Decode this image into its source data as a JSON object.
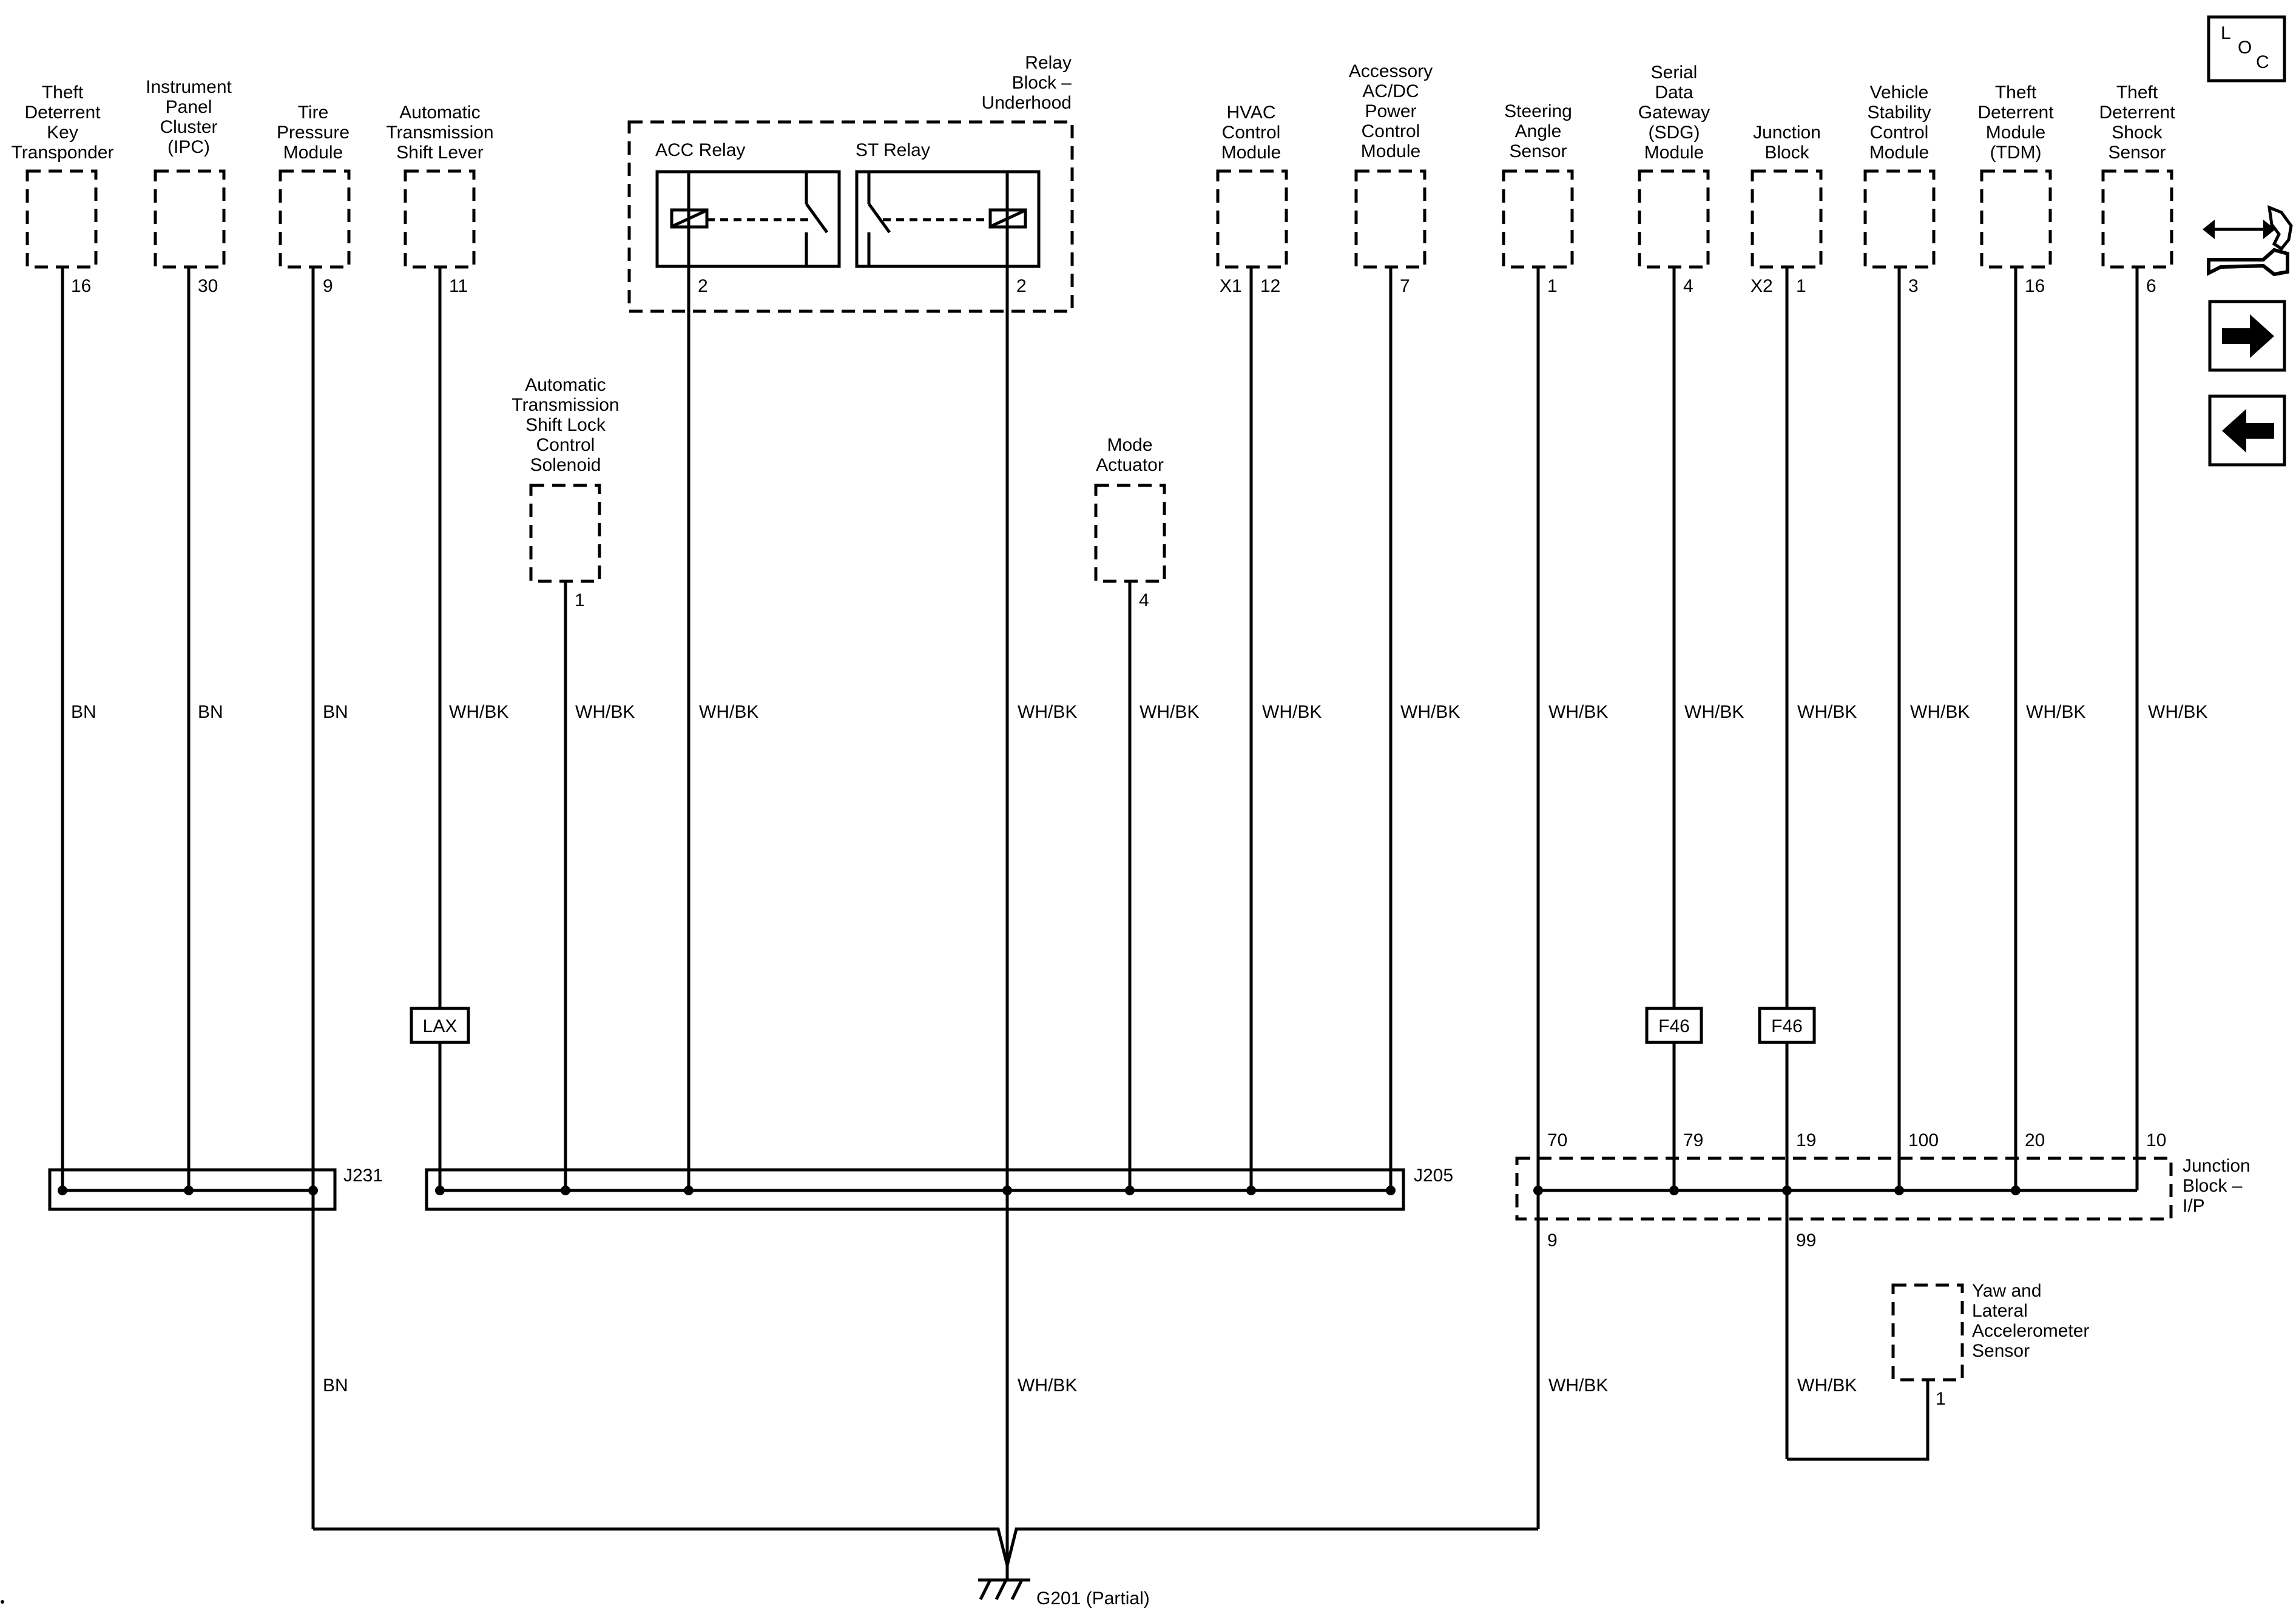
{
  "components": {
    "theft_key": [
      "Theft",
      "Deterrent",
      "Key",
      "Transponder"
    ],
    "ipc": [
      "Instrument",
      "Panel",
      "Cluster",
      "(IPC)"
    ],
    "tpm": [
      "Tire",
      "Pressure",
      "Module"
    ],
    "shift_lever": [
      "Automatic",
      "Transmission",
      "Shift Lever"
    ],
    "relay_block": [
      "Relay",
      "Block –",
      "Underhood"
    ],
    "acc_relay": "ACC Relay",
    "st_relay": "ST Relay",
    "shift_lock": [
      "Automatic",
      "Transmission",
      "Shift Lock",
      "Control",
      "Solenoid"
    ],
    "mode_actuator": [
      "Mode",
      "Actuator"
    ],
    "hvac": [
      "HVAC",
      "Control",
      "Module"
    ],
    "acdc": [
      "Accessory",
      "AC/DC",
      "Power",
      "Control",
      "Module"
    ],
    "steering": [
      "Steering",
      "Angle",
      "Sensor"
    ],
    "sdg": [
      "Serial",
      "Data",
      "Gateway",
      "(SDG)",
      "Module"
    ],
    "junction_block": [
      "Junction",
      "Block"
    ],
    "vsc": [
      "Vehicle",
      "Stability",
      "Control",
      "Module"
    ],
    "tdm": [
      "Theft",
      "Deterrent",
      "Module",
      "(TDM)"
    ],
    "shock": [
      "Theft",
      "Deterrent",
      "Shock",
      "Sensor"
    ],
    "yaw": [
      "Yaw and",
      "Lateral",
      "Accelerometer",
      "Sensor"
    ],
    "jb_ip": [
      "Junction",
      "Block –",
      "I/P"
    ]
  },
  "pins": {
    "theft_key": "16",
    "ipc": "30",
    "tpm": "9",
    "shift_lever": "11",
    "acc_relay": "2",
    "st_relay": "2",
    "shift_lock": "1",
    "mode_actuator": "4",
    "hvac_conn": "X1",
    "hvac": "12",
    "acdc": "7",
    "steering": "1",
    "sdg": "4",
    "jb_conn": "X2",
    "jb": "1",
    "vsc": "3",
    "tdm": "16",
    "shock": "6",
    "yaw": "1",
    "jbip_70": "70",
    "jbip_79": "79",
    "jbip_19": "19",
    "jbip_100": "100",
    "jbip_20": "20",
    "jbip_10": "10",
    "jbip_9": "9",
    "jbip_99": "99"
  },
  "wire_colors": {
    "bn": "BN",
    "whbk": "WH/BK"
  },
  "splices": {
    "j231": "J231",
    "j205": "J205"
  },
  "options": {
    "lax": "LAX",
    "f46": "F46"
  },
  "ground": "G201 (Partial)",
  "nav": {
    "loc_l": "L",
    "loc_o": "O",
    "loc_c": "C"
  }
}
